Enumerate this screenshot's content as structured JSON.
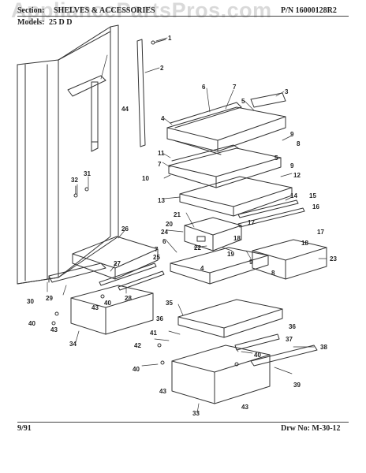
{
  "header": {
    "section_label": "Section:",
    "section_title": "SHELVES & ACCESSORIES",
    "part_number": "P/N 16000128R2",
    "models_label": "Models:",
    "models_value": "25 D D"
  },
  "watermark": "AppliancePartsPros.com",
  "footer": {
    "date": "9/91",
    "drawing_number": "Drw No: M-30-12"
  },
  "callouts": {
    "c1": "1",
    "c2": "2",
    "c3": "3",
    "c4a": "4",
    "c4b": "4",
    "c5a": "5",
    "c5b": "5",
    "c6a": "6",
    "c6b": "6",
    "c7a": "7",
    "c7b": "7",
    "c7c": "7",
    "c8a": "8",
    "c8b": "8",
    "c9a": "9",
    "c9b": "9",
    "c9c": "9",
    "c10": "10",
    "c11": "11",
    "c12": "12",
    "c13": "13",
    "c14": "14",
    "c15": "15",
    "c16": "16",
    "c17a": "17",
    "c17b": "17",
    "c18a": "18",
    "c18b": "18",
    "c19": "19",
    "c20": "20",
    "c21": "21",
    "c22": "22",
    "c23": "23",
    "c24": "24",
    "c25": "25",
    "c26": "26",
    "c27": "27",
    "c28": "28",
    "c29": "29",
    "c30": "30",
    "c31": "31",
    "c32": "32",
    "c33": "33",
    "c34": "34",
    "c35": "35",
    "c36a": "36",
    "c36b": "36",
    "c37": "37",
    "c38": "38",
    "c39": "39",
    "c40a": "40",
    "c40b": "40",
    "c40c": "40",
    "c40d": "40",
    "c41": "41",
    "c42": "42",
    "c43a": "43",
    "c43b": "43",
    "c43c": "43",
    "c43d": "43",
    "c44": "44"
  }
}
